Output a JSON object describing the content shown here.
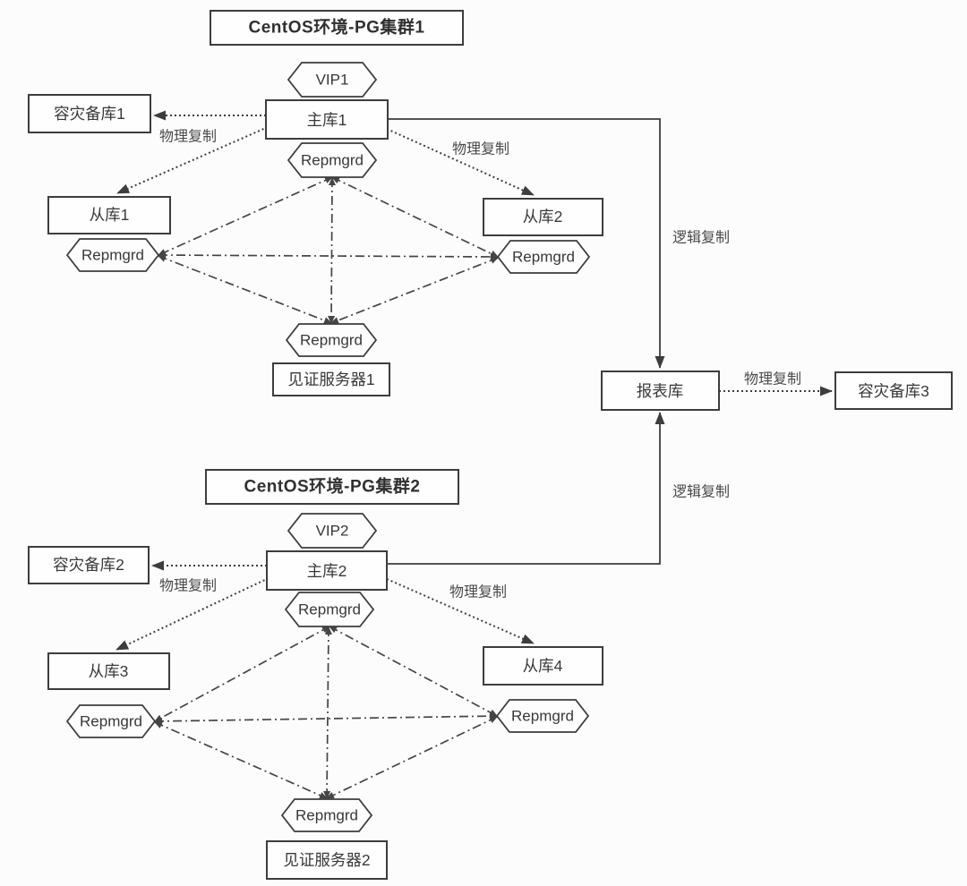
{
  "diagram": {
    "background": "#fcfcfc",
    "stroke_color": "#3d3d3d",
    "repmgrd_label": "Repmgrd",
    "edge_labels": {
      "physical": "物理复制",
      "logical": "逻辑复制"
    },
    "cluster1": {
      "title": "CentOS环境-PG集群1",
      "vip": "VIP1",
      "primary": "主库1",
      "disaster_backup": "容灾备库1",
      "standby_a": "从库1",
      "standby_b": "从库2",
      "witness": "见证服务器1"
    },
    "cluster2": {
      "title": "CentOS环境-PG集群2",
      "vip": "VIP2",
      "primary": "主库2",
      "disaster_backup": "容灾备库2",
      "standby_a": "从库3",
      "standby_b": "从库4",
      "witness": "见证服务器2"
    },
    "report_db": "报表库",
    "disaster_backup3": "容灾备库3"
  }
}
